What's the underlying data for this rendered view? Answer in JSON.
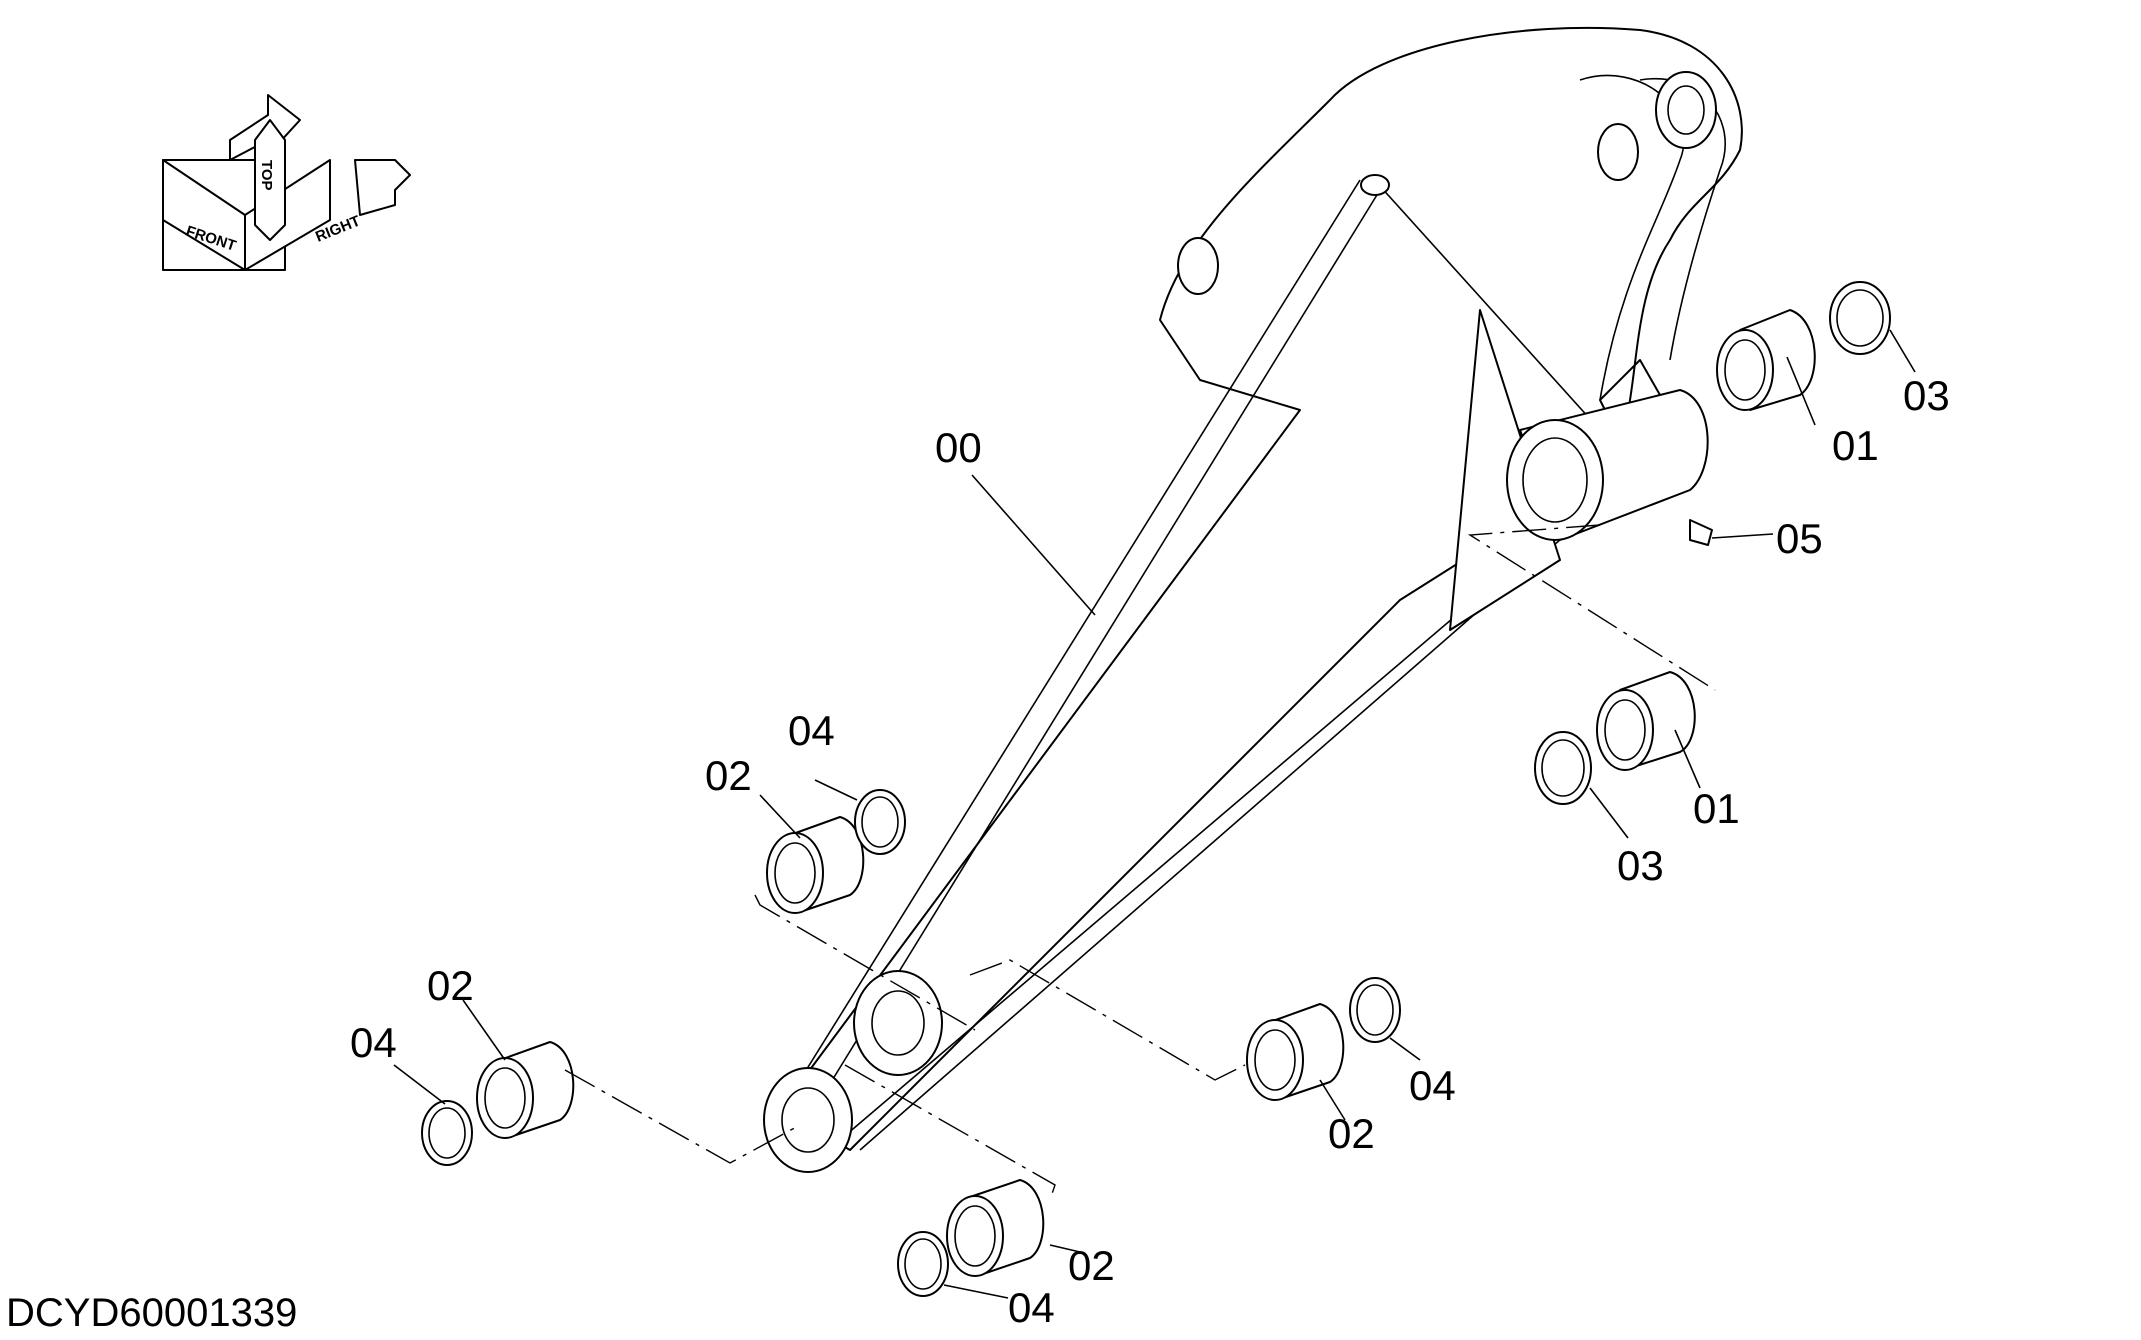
{
  "drawing": {
    "code": "DCYD60001339",
    "orientation": {
      "front": "FRONT",
      "top": "TOP",
      "right": "RIGHT"
    }
  },
  "callouts": [
    {
      "id": "c00",
      "label": "00"
    },
    {
      "id": "c01a",
      "label": "01"
    },
    {
      "id": "c03a",
      "label": "03"
    },
    {
      "id": "c05",
      "label": "05"
    },
    {
      "id": "c01b",
      "label": "01"
    },
    {
      "id": "c03b",
      "label": "03"
    },
    {
      "id": "c04a",
      "label": "04"
    },
    {
      "id": "c02a",
      "label": "02"
    },
    {
      "id": "c02b",
      "label": "02"
    },
    {
      "id": "c04b",
      "label": "04"
    },
    {
      "id": "c02c",
      "label": "02"
    },
    {
      "id": "c04c",
      "label": "04"
    },
    {
      "id": "c02d",
      "label": "02"
    },
    {
      "id": "c04d",
      "label": "04"
    }
  ]
}
